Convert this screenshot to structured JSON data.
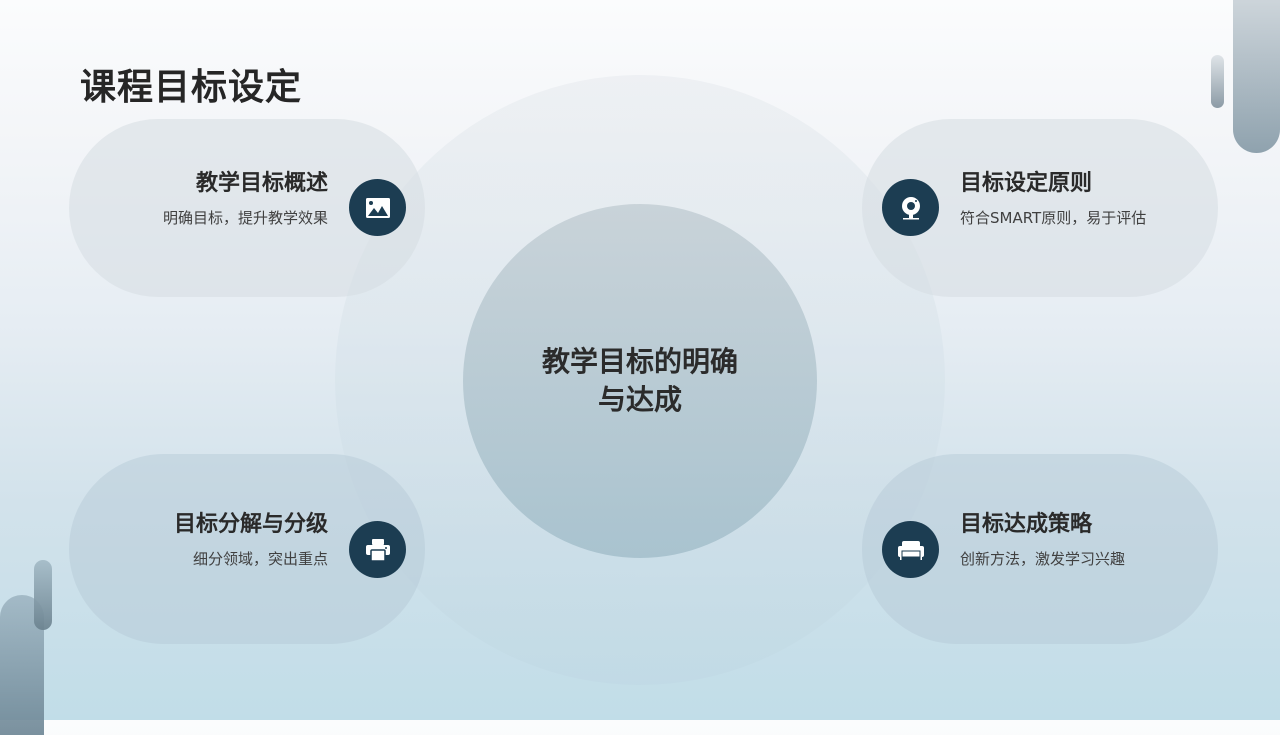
{
  "slide": {
    "title": "课程目标设定",
    "center": {
      "line1": "教学目标的明确",
      "line2": "与达成"
    },
    "items": [
      {
        "title": "教学目标概述",
        "desc": "明确目标，提升教学效果",
        "icon": "image-icon"
      },
      {
        "title": "目标设定原则",
        "desc": "符合SMART原则，易于评估",
        "icon": "webcam-icon"
      },
      {
        "title": "目标分解与分级",
        "desc": "细分领域，突出重点",
        "icon": "printer-icon"
      },
      {
        "title": "目标达成策略",
        "desc": "创新方法，激发学习兴趣",
        "icon": "armchair-icon"
      }
    ]
  },
  "colors": {
    "icon_bg": "#1c3d52",
    "title_text": "#262626",
    "bg_top": "#fbfcfd",
    "bg_bottom": "#c1dde8"
  }
}
